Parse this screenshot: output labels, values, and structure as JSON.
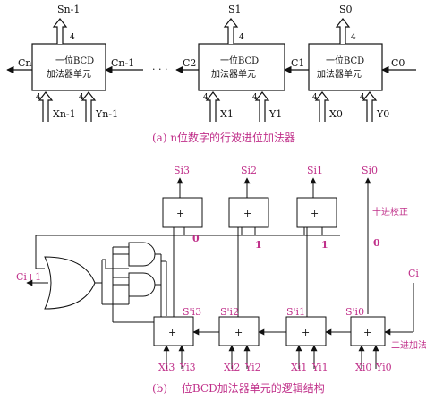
{
  "part_a": {
    "caption": "(a)  n位数字的行波进位加法器",
    "cells": [
      {
        "unit_line1": "一位BCD",
        "unit_line2": "加法器单元",
        "sum": "Sn-1",
        "x": "Xn-1",
        "y": "Yn-1",
        "carry_in": "Cn-1",
        "carry_out": "Cn"
      },
      {
        "unit_line1": "一位BCD",
        "unit_line2": "加法器单元",
        "sum": "S1",
        "x": "X1",
        "y": "Y1",
        "carry_in": "C1",
        "carry_out": "C2"
      },
      {
        "unit_line1": "一位BCD",
        "unit_line2": "加法器单元",
        "sum": "S0",
        "x": "X0",
        "y": "Y0",
        "carry_in": "C0",
        "carry_out": ""
      }
    ],
    "bus_width": "4",
    "dots": "· · ·"
  },
  "part_b": {
    "caption": "(b)  一位BCD加法器单元的逻辑结构",
    "sum_outputs": [
      "Si3",
      "Si2",
      "Si1",
      "Si0"
    ],
    "intermediate_sums": [
      "S'i3",
      "S'i2",
      "S'i1",
      "S'i0"
    ],
    "x_inputs": [
      "Xi3",
      "Xi2",
      "Xi1",
      "Xi0"
    ],
    "y_inputs": [
      "Yi3",
      "Yi2",
      "Yi1",
      "Yi0"
    ],
    "correction_bits": [
      "0",
      "1",
      "1",
      "0"
    ],
    "decimal_correction_label": "十进校正",
    "binary_adder_label": "二进加法",
    "carry_in": "Ci",
    "carry_out": "Ci+1",
    "adder_symbol": "+"
  }
}
